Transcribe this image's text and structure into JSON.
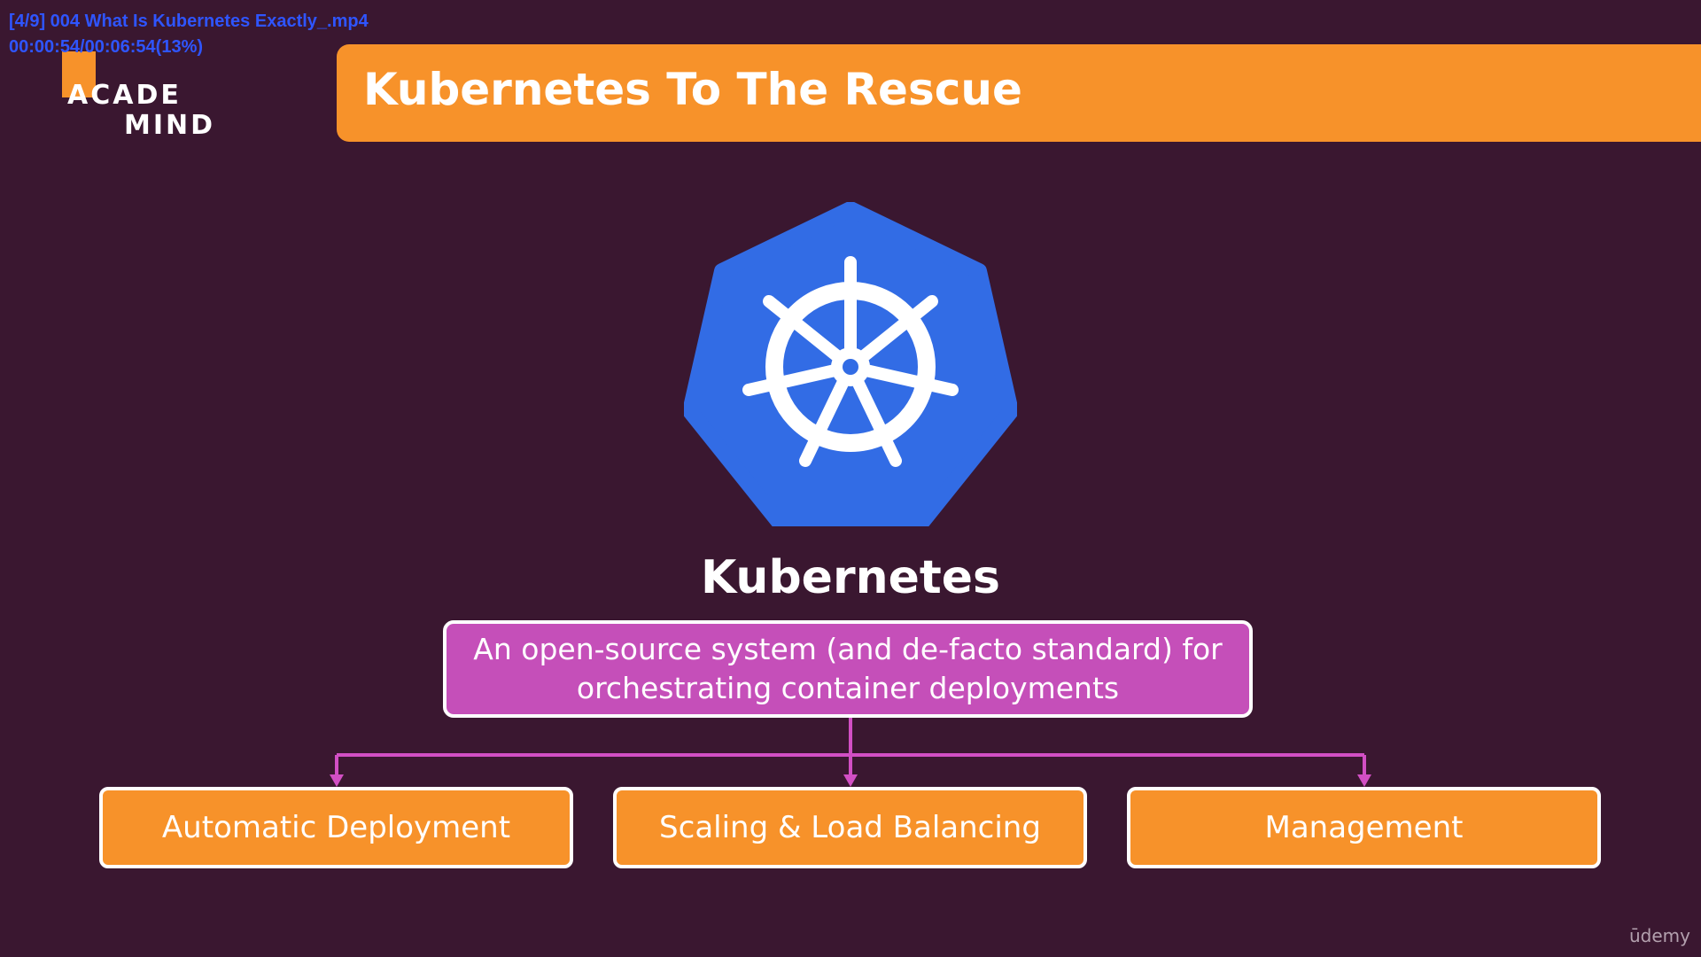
{
  "player_overlay": {
    "file_title": "[4/9] 004 What Is Kubernetes Exactly_.mp4",
    "time_status": "00:00:54/00:06:54(13%)"
  },
  "brand": {
    "line1": "ACADE",
    "line2": "MIND"
  },
  "slide": {
    "title": "Kubernetes To The Rescue",
    "subject": "Kubernetes",
    "definition": "An open-source system (and de-facto standard) for orchestrating container deployments",
    "features": [
      "Automatic Deployment",
      "Scaling & Load Balancing",
      "Management"
    ]
  },
  "watermark": "ūdemy",
  "icons": {
    "kubernetes_logo": "kubernetes-helm-wheel-icon"
  },
  "colors": {
    "background": "#3a1730",
    "accent_orange": "#f7922a",
    "definition_magenta": "#c54fb9",
    "kubernetes_blue": "#326ce5",
    "connector": "#d24fc4"
  }
}
